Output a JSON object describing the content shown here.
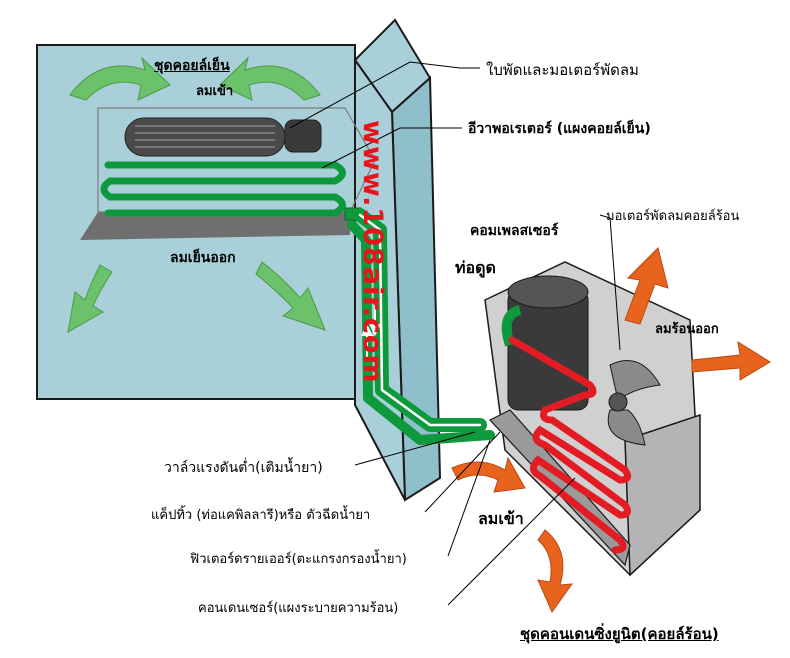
{
  "watermark": "www.108air.com",
  "labels": {
    "evap_unit": "ชุดคอยล์เย็น",
    "air_in_top": "ลมเข้า",
    "cold_air_out": "ลมเย็นออก",
    "fan_motor": "ใบพัดและมอเตอร์พัดลม",
    "evaporator": "อีวาพอเรเตอร์ (แผงคอยล์เย็น)",
    "compressor": "คอมเพลสเซอร์",
    "suction": "ท่อดูด",
    "hot_fan_motor": "มอเตอร์พัดลมคอยล์ร้อน",
    "hot_air_out": "ลมร้อนออก",
    "low_valve": "วาล์วแรงดันต่ำ(เติมน้ำยา)",
    "cap_tube": "แค็ปทิ้ว (ท่อแคพิลลารี)หรือ ตัวฉีดน้ำยา",
    "air_in_bottom": "ลมเข้า",
    "filter_dryer": "ฟิวเตอร์ดรายเออร์(ตะแกรงกรองน้ำยา)",
    "condenser": "คอนเดนเซอร์(แผงระบายความร้อน)",
    "cond_unit": "ชุดคอนเดนซิ่งยูนิต(คอยล์ร้อน)"
  },
  "colors": {
    "wall": "#a9cfd8",
    "pipe": "#0e9a3c",
    "cold_arrow": "#6cc26a",
    "hot_arrow": "#e8641e",
    "coil": "#e31b23",
    "unit": "#c8c8c8",
    "compressor": "#3a3a3a"
  }
}
